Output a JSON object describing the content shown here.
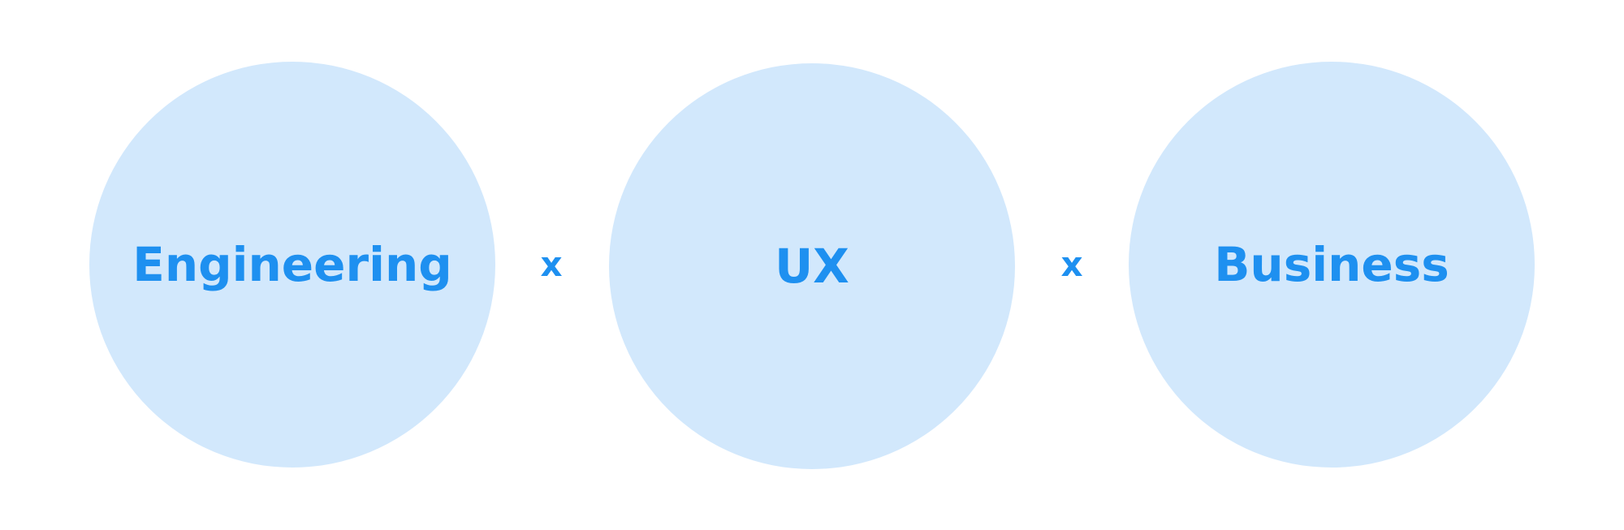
{
  "colors": {
    "circle_fill": "#d2e8fc",
    "text": "#1e90f0",
    "background": "#ffffff"
  },
  "items": [
    {
      "label": "Engineering"
    },
    {
      "label": "UX"
    },
    {
      "label": "Business"
    }
  ],
  "operators": [
    "x",
    "x"
  ]
}
